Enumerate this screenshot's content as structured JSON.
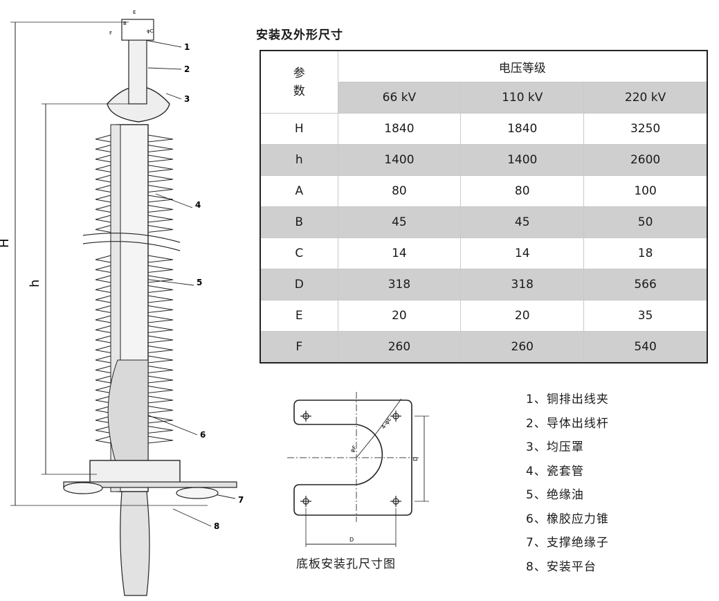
{
  "drawing": {
    "dimension_labels": [
      "H",
      "h"
    ],
    "callout_numbers": [
      "1",
      "2",
      "3",
      "4",
      "5",
      "6",
      "7",
      "8"
    ],
    "top_detail_labels": [
      "E",
      "F",
      "B",
      "φC"
    ]
  },
  "table": {
    "title": "安装及外形尺寸",
    "param_header": "参\n数",
    "voltage_header": "电压等级",
    "voltage_columns": [
      "66 kV",
      "110 kV",
      "220 kV"
    ],
    "rows": [
      {
        "param": "H",
        "values": [
          "1840",
          "1840",
          "3250"
        ]
      },
      {
        "param": "h",
        "values": [
          "1400",
          "1400",
          "2600"
        ]
      },
      {
        "param": "A",
        "values": [
          "80",
          "80",
          "100"
        ]
      },
      {
        "param": "B",
        "values": [
          "45",
          "45",
          "50"
        ]
      },
      {
        "param": "C",
        "values": [
          "14",
          "14",
          "18"
        ]
      },
      {
        "param": "D",
        "values": [
          "318",
          "318",
          "566"
        ]
      },
      {
        "param": "E",
        "values": [
          "20",
          "20",
          "35"
        ]
      },
      {
        "param": "F",
        "values": [
          "260",
          "260",
          "540"
        ]
      }
    ]
  },
  "plate": {
    "caption": "底板安装孔尺寸图",
    "hole_label": "4-φE",
    "radius_label": "φF",
    "dim_label": "D"
  },
  "legend": {
    "items": [
      "1、铜排出线夹",
      "2、导体出线杆",
      "3、均压罩",
      "4、瓷套管",
      "5、绝缘油",
      "6、橡胶应力锥",
      "7、支撑绝缘子",
      "8、安装平台"
    ]
  }
}
